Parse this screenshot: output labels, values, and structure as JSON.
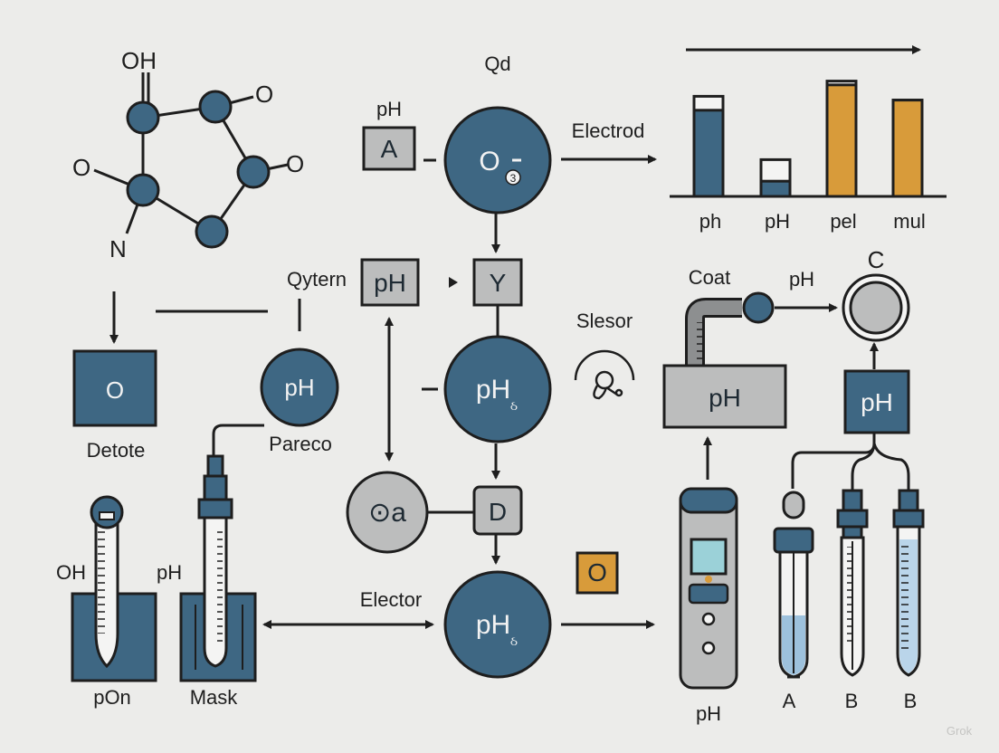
{
  "colors": {
    "background": "#ececea",
    "primary_blue": "#3e6783",
    "gray_fill": "#bcbdbd",
    "orange": "#d89b3a",
    "stroke": "#1e1e1e",
    "white": "#f4f4f3"
  },
  "molecule": {
    "oh_top": "OH",
    "o_right_top": "O",
    "o_left": "O",
    "o_right_mid": "O",
    "n_label": "N"
  },
  "center": {
    "qd_label": "Qd",
    "ph_label": "pH",
    "box_a": "A",
    "top_circle_text": "O",
    "top_circle_sub": "3",
    "electrod_label": "Electrod",
    "qytern_label": "Qytern",
    "box_ph": "pH",
    "box_y": "Y",
    "mid_circle_text": "pH",
    "mid_circle_sub": "ઠ",
    "circle_oa": "⊙a",
    "box_d": "D",
    "bottom_circle_text": "pH",
    "bottom_circle_sub": "ઠ",
    "elector_label": "Elector"
  },
  "left": {
    "box_o": "O",
    "detote_label": "Detote",
    "circle_ph": "pH",
    "pareco_label": "Pareco",
    "oh_label": "OH",
    "ph_label": "pH",
    "pon_label": "pOn",
    "mask_label": "Mask"
  },
  "chart_data": {
    "type": "bar",
    "categories": [
      "ph",
      "pH",
      "pel",
      "mul"
    ],
    "values": [
      0.79,
      0.29,
      0.91,
      0.76
    ],
    "series_colors": [
      "#3e6783",
      "#3e6783",
      "#d89b3a",
      "#d89b3a"
    ],
    "blue_fill": [
      0.68,
      0.12,
      0,
      0
    ],
    "orange_fill": [
      0,
      0,
      0.88,
      0.76
    ],
    "title": "",
    "xlabel": "",
    "ylabel": "",
    "ylim": [
      0,
      1
    ]
  },
  "right": {
    "slesor_label": "Slesor",
    "coat_label": "Coat",
    "ph_label_top": "pH",
    "c_label": "C",
    "box_ph_gray": "pH",
    "box_ph_blue": "pH",
    "meter_label": "pH",
    "orange_box": "O",
    "tube_a": "A",
    "tube_b1": "B",
    "tube_b2": "B"
  },
  "watermark": "Grok"
}
